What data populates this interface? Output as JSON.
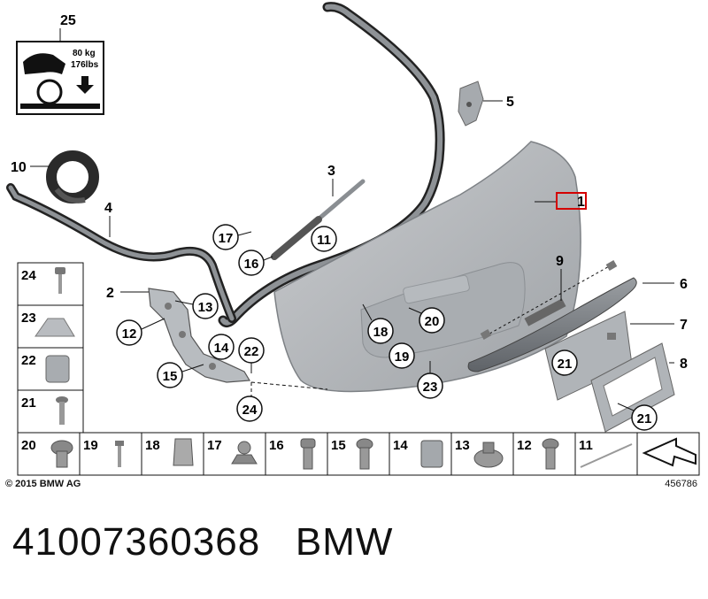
{
  "diagram": {
    "main_callouts": [
      "25",
      "5",
      "10",
      "3",
      "4",
      "1",
      "17",
      "11",
      "16",
      "2",
      "13",
      "12",
      "9",
      "6",
      "14",
      "22",
      "18",
      "20",
      "7",
      "15",
      "19",
      "21",
      "8",
      "23",
      "24",
      "21"
    ],
    "safety_label": {
      "load_metric": "80 kg",
      "load_imperial": "176lbs"
    },
    "left_column": [
      "24",
      "23",
      "22",
      "21"
    ],
    "bottom_row": [
      "20",
      "19",
      "18",
      "17",
      "16",
      "15",
      "14",
      "13",
      "12",
      "11"
    ]
  },
  "copyright": "© 2015 BMW AG",
  "drawing_number": "456786",
  "part_number": "41007360368",
  "brand": "BMW",
  "colors": {
    "highlight": "#d40000",
    "panel_gray": "#b5b8bb",
    "ink": "#111111"
  }
}
